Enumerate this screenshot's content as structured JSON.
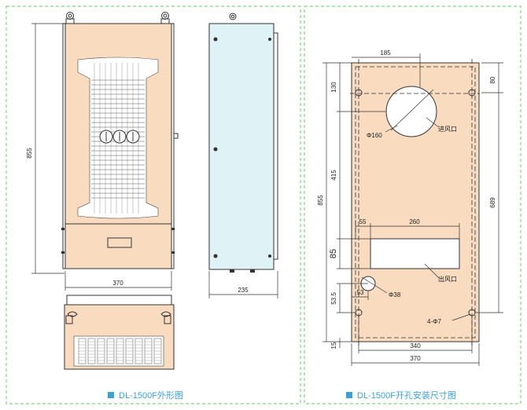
{
  "captions": {
    "left": "DL-1500F外形图",
    "right": "DL-1500F开孔安装尺寸图"
  },
  "left_dims": {
    "height": "855",
    "front_width": "370",
    "side_depth": "235"
  },
  "right_dims": {
    "top_offset": "185",
    "right_top": "80",
    "vertical_130": "130",
    "vertical_415": "415",
    "vertical_855": "855",
    "vertical_689": "689",
    "cutout_h": "85",
    "vertical_53_5": "53.5",
    "vertical_15": "15",
    "left_55": "55",
    "width_260": "260",
    "left_53": "53",
    "width_340": "340",
    "width_370": "370",
    "phi160": "Φ160",
    "inlet": "进风口",
    "outlet": "出风口",
    "phi38": "Φ38",
    "holes": "4-Φ7"
  },
  "colors": {
    "body": "#f9dcc0",
    "side": "#dff3f7",
    "border": "#7ed67e",
    "caption": "#3aa0d8"
  }
}
